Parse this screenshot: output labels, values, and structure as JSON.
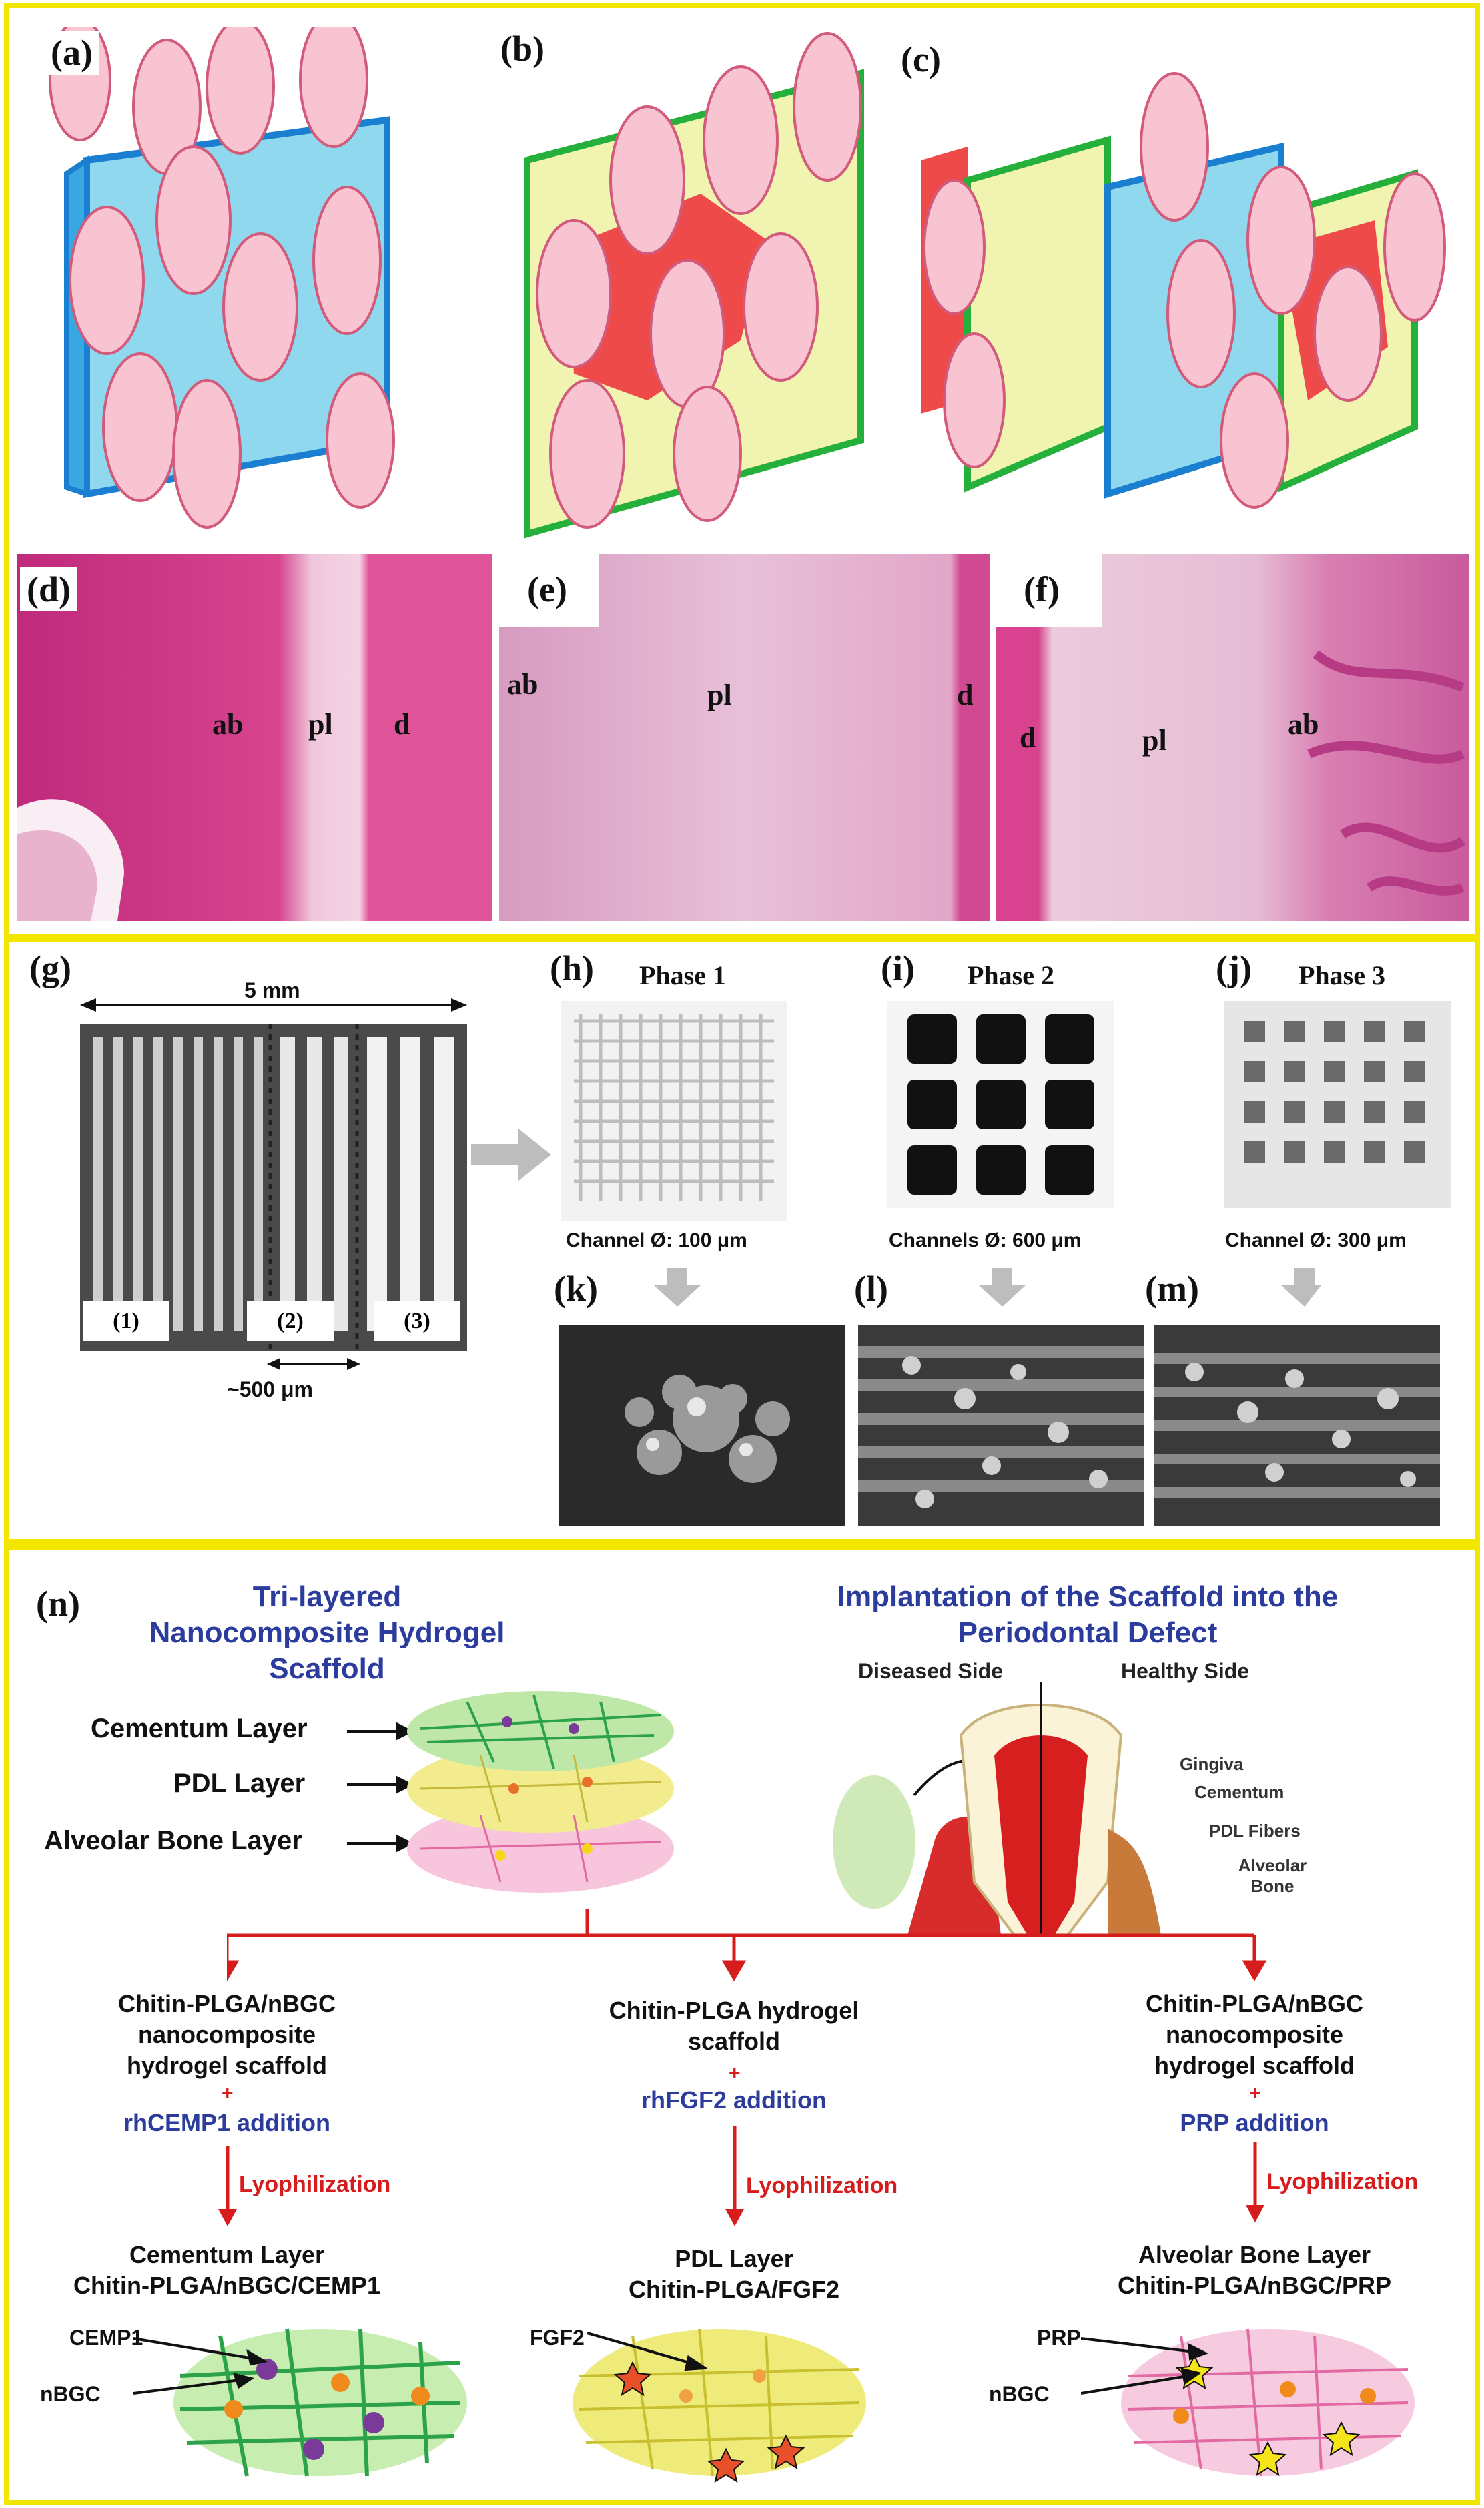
{
  "panels": {
    "a": "(a)",
    "b": "(b)",
    "c": "(c)",
    "d": "(d)",
    "e": "(e)",
    "f": "(f)",
    "g": "(g)",
    "h": "(h)",
    "i": "(i)",
    "j": "(j)",
    "k": "(k)",
    "l": "(l)",
    "m": "(m)",
    "n": "(n)"
  },
  "histology": {
    "d": [
      "ab",
      "pl",
      "d"
    ],
    "e": [
      "ab",
      "pl",
      "d"
    ],
    "f": [
      "d",
      "pl",
      "ab"
    ]
  },
  "scaffold": {
    "width_label": "5 mm",
    "part_labels": [
      "(1)",
      "(2)",
      "(3)"
    ],
    "gap_label": "~500 μm",
    "phases": [
      {
        "title": "Phase 1",
        "channel": "Channel Ø: 100 μm"
      },
      {
        "title": "Phase 2",
        "channel": "Channels Ø: 600 μm"
      },
      {
        "title": "Phase 3",
        "channel": "Channel Ø: 300 μm"
      }
    ]
  },
  "panel_n": {
    "title_left": "Tri-layered Nanocomposite Hydrogel Scaffold",
    "title_right": "Implantation of the Scaffold into the Periodontal Defect",
    "diseased_side": "Diseased Side",
    "healthy_side": "Healthy Side",
    "layers": [
      "Cementum Layer",
      "PDL Layer",
      "Alveolar Bone Layer"
    ],
    "anatomy": [
      "Gingiva",
      "Cementum",
      "PDL Fibers",
      "Alveolar Bone"
    ],
    "columns": [
      {
        "material": "Chitin-PLGA/nBGC nanocomposite hydrogel scaffold",
        "addition": "rhCEMP1 addition",
        "process": "Lyophilization",
        "result_title": "Cementum Layer",
        "result_formula": "Chitin-PLGA/nBGC/CEMP1",
        "markers": [
          "CEMP1",
          "nBGC"
        ]
      },
      {
        "material": "Chitin-PLGA hydrogel scaffold",
        "addition": "rhFGF2 addition",
        "process": "Lyophilization",
        "result_title": "PDL Layer",
        "result_formula": "Chitin-PLGA/FGF2",
        "markers": [
          "FGF2"
        ]
      },
      {
        "material": "Chitin-PLGA/nBGC nanocomposite hydrogel scaffold",
        "addition": "PRP addition",
        "process": "Lyophilization",
        "result_title": "Alveolar Bone Layer",
        "result_formula": "Chitin-PLGA/nBGC/PRP",
        "markers": [
          "PRP",
          "nBGC"
        ]
      }
    ],
    "plus": "+"
  },
  "colors": {
    "frame": "#f2e600",
    "histo_pink": "#d83f8f",
    "hydrogel_blue": "#4fc3e3",
    "hydrogel_green": "#27b53a",
    "cell_pink": "#f7b8c9",
    "matrix_red": "#ef4a4a",
    "title_blue": "#2c3c9c",
    "arrow_red": "#d61c1c"
  }
}
